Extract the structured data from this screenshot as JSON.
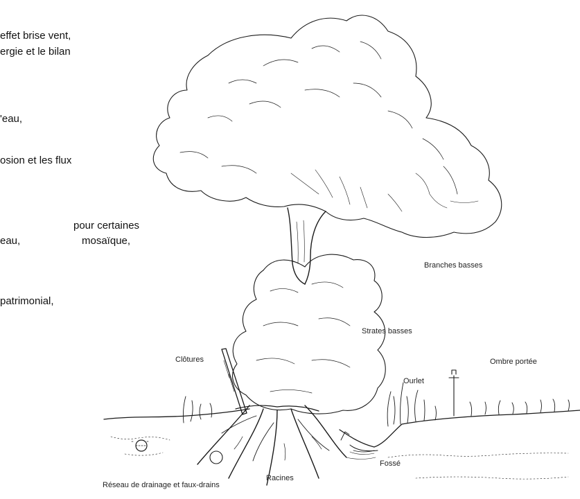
{
  "text_fragments": [
    "effet brise vent,",
    "ergie et le bilan",
    "'eau,",
    "osion et les flux",
    "pour certaines",
    "eau,",
    "mosaïque,",
    "patrimonial,"
  ],
  "labels": {
    "branches_basses": "Branches basses",
    "strates_basses": "Strates basses",
    "clotures": "Clôtures",
    "ombre_portee": "Ombre portée",
    "ourlet": "Ourlet",
    "reseau": "Réseau de drainage et faux-drains",
    "racines": "Racines",
    "fosse": "Fossé"
  }
}
